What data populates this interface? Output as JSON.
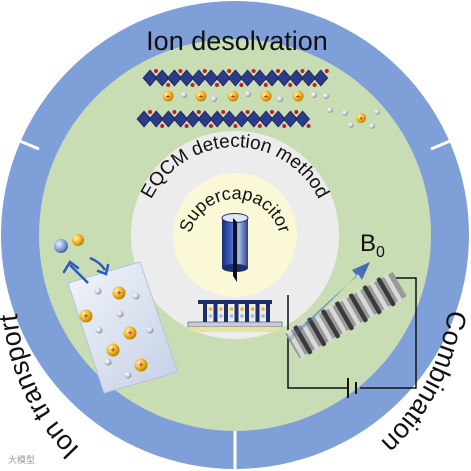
{
  "ring_labels": {
    "top": "Ion desolvation",
    "left": "Ion transport",
    "right": "Combination"
  },
  "center": {
    "method_label": "EQCM detection method",
    "device_label": "Supercapacitor"
  },
  "field": {
    "symbol": "B",
    "subscript": "0"
  },
  "ion_sign": "+",
  "watermark": "大模型",
  "colors": {
    "outer_ring": "#7e9fd8",
    "middle_disc": "#c9ddb5",
    "inner_disc": "#ececec",
    "core_disc": "#faf8d6",
    "octahedron": "#2d3a88",
    "cation": "#f2b21d",
    "anion": "#c9ccd6"
  }
}
